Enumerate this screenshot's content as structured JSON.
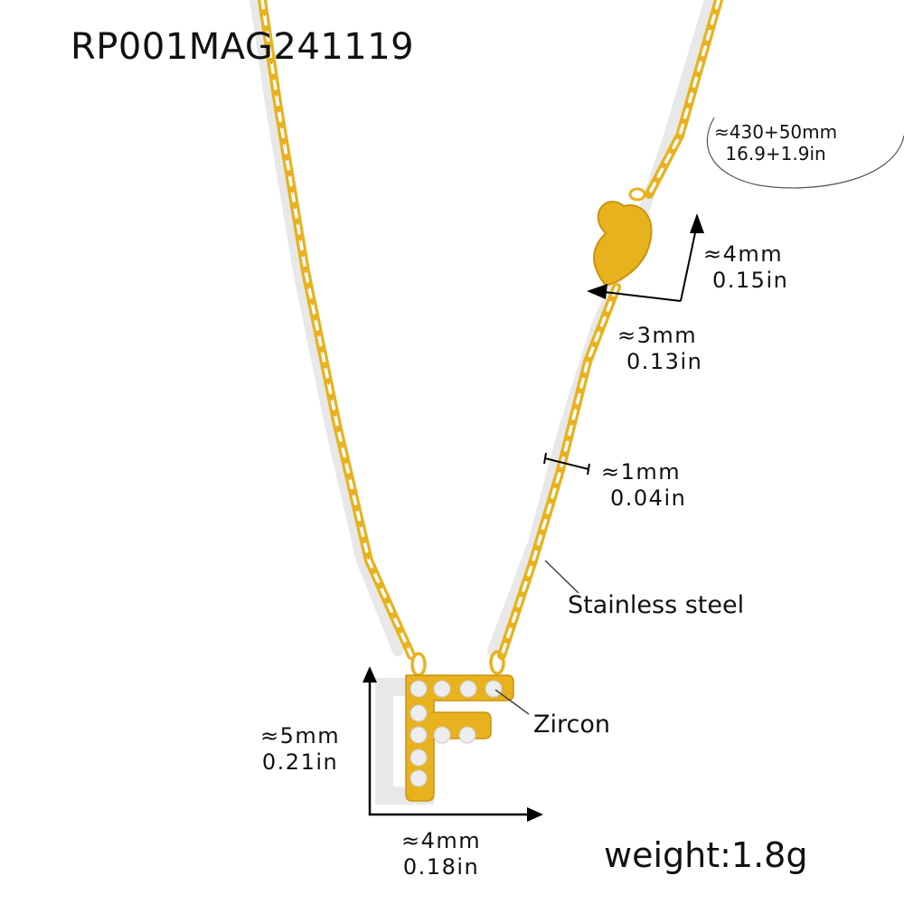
{
  "product": {
    "sku": "RP001MAG241119",
    "material_label": "Stainless steel",
    "stone_label": "Zircon",
    "weight": "weight:1.8g",
    "pendant_letter": "F"
  },
  "dimensions": {
    "necklace_length": {
      "mm": "≈430+50mm",
      "in": "16.9+1.9in"
    },
    "heart_height": {
      "mm": "≈4mm",
      "in": "0.15in"
    },
    "heart_width": {
      "mm": "≈3mm",
      "in": "0.13in"
    },
    "chain_width": {
      "mm": "≈1mm",
      "in": "0.04in"
    },
    "pendant_height": {
      "mm": "≈5mm",
      "in": "0.21in"
    },
    "pendant_width": {
      "mm": "≈4mm",
      "in": "0.18in"
    }
  },
  "colors": {
    "gold": "#E8B21E",
    "gold_dark": "#B98508",
    "shadow": "#E6E6E6",
    "stone": "#EDEDED",
    "text": "#111111"
  }
}
